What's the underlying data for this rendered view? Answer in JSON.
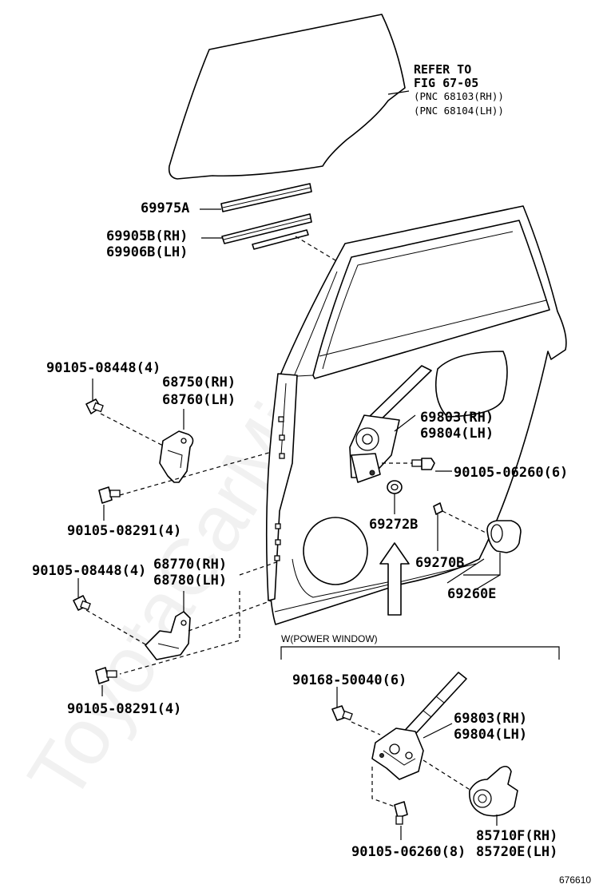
{
  "watermark": "ToyotaCarMine.ru",
  "figure_id": "676610",
  "refer": {
    "line1": "REFER TO",
    "line2": "FIG 67-05",
    "line3": "(PNC 68103(RH))",
    "line4": "(PNC 68104(LH))"
  },
  "parts": {
    "p69975a": "69975A",
    "p69905b": "69905B(RH)",
    "p69906b": "69906B(LH)",
    "p90105_08448_upper": "90105-08448(4)",
    "p68750": "68750(RH)",
    "p68760": "68760(LH)",
    "p69803_upper": "69803(RH)",
    "p69804_upper": "69804(LH)",
    "p90105_06260_6": "90105-06260(6)",
    "p90105_08291_upper": "90105-08291(4)",
    "p69272b": "69272B",
    "p90105_08448_lower": "90105-08448(4)",
    "p68770": "68770(RH)",
    "p68780": "68780(LH)",
    "p69270b": "69270B",
    "p69260e": "69260E",
    "p90105_08291_lower": "90105-08291(4)",
    "power_window_caption": "W(POWER WINDOW)",
    "p90168_50040": "90168-50040(6)",
    "p69803_lower": "69803(RH)",
    "p69804_lower": "69804(LH)",
    "p85710f": "85710F(RH)",
    "p85720e": "85720E(LH)",
    "p90105_06260_8": "90105-06260(8)"
  }
}
